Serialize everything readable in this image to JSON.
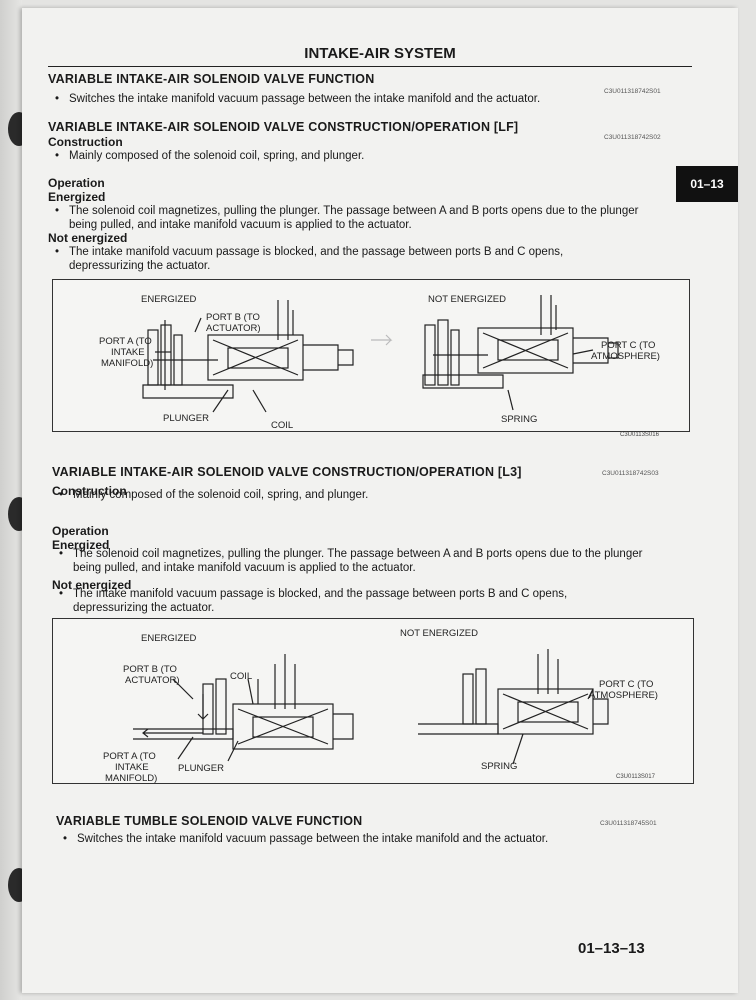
{
  "section_title": "INTAKE-AIR SYSTEM",
  "tab_label": "01–13",
  "page_number": "01–13–13",
  "s1": {
    "heading": "VARIABLE INTAKE-AIR SOLENOID VALVE FUNCTION",
    "code": "C3U011318742S01",
    "bullet": "Switches the intake manifold vacuum passage between the intake manifold and the actuator."
  },
  "s2": {
    "heading": "VARIABLE INTAKE-AIR SOLENOID VALVE CONSTRUCTION/OPERATION [LF]",
    "code": "C3U011318742S02",
    "construction": "Construction",
    "construction_text": "Mainly composed of the solenoid coil, spring, and plunger.",
    "operation": "Operation",
    "energized": "Energized",
    "energized_text": "The solenoid coil magnetizes, pulling the plunger. The passage between A and B ports opens due to the plunger being pulled, and intake manifold vacuum is applied to the actuator.",
    "not_energized": "Not energized",
    "not_energized_text": "The intake manifold vacuum passage is blocked, and the passage between ports B and C opens, depressurizing the actuator.",
    "figure": {
      "energized": "ENERGIZED",
      "not_energized": "NOT ENERGIZED",
      "port_b": [
        "PORT B (TO",
        "ACTUATOR)"
      ],
      "port_a": [
        "PORT A (TO",
        "INTAKE",
        "MANIFOLD)"
      ],
      "port_c": [
        "PORT C (TO",
        "ATMOSPHERE)"
      ],
      "plunger": "PLUNGER",
      "coil": "COIL",
      "spring": "SPRING",
      "code": "C3U0113S016"
    }
  },
  "s3": {
    "heading": "VARIABLE INTAKE-AIR SOLENOID VALVE CONSTRUCTION/OPERATION [L3]",
    "code": "C3U011318742S03",
    "construction": "Construction",
    "construction_text": "Mainly composed of the solenoid coil, spring, and plunger.",
    "operation": "Operation",
    "energized": "Energized",
    "energized_text": "The solenoid coil magnetizes, pulling the plunger. The passage between A and B ports opens due to the plunger being pulled, and intake manifold vacuum is applied to the actuator.",
    "not_energized": "Not energized",
    "not_energized_text": "The intake manifold vacuum passage is blocked, and the passage between ports B and C opens, depressurizing the actuator.",
    "figure": {
      "energized": "ENERGIZED",
      "not_energized": "NOT ENERGIZED",
      "port_b": [
        "PORT B (TO",
        "ACTUATOR)"
      ],
      "port_a": [
        "PORT A (TO",
        "INTAKE",
        "MANIFOLD)"
      ],
      "port_c": [
        "PORT C (TO",
        "ATMOSPHERE)"
      ],
      "plunger": "PLUNGER",
      "coil": "COIL",
      "spring": "SPRING",
      "code": "C3U0113S017"
    }
  },
  "s4": {
    "heading": "VARIABLE TUMBLE SOLENOID VALVE FUNCTION",
    "code": "C3U011318745S01",
    "bullet": "Switches the intake manifold vacuum passage between the intake manifold and the actuator."
  }
}
